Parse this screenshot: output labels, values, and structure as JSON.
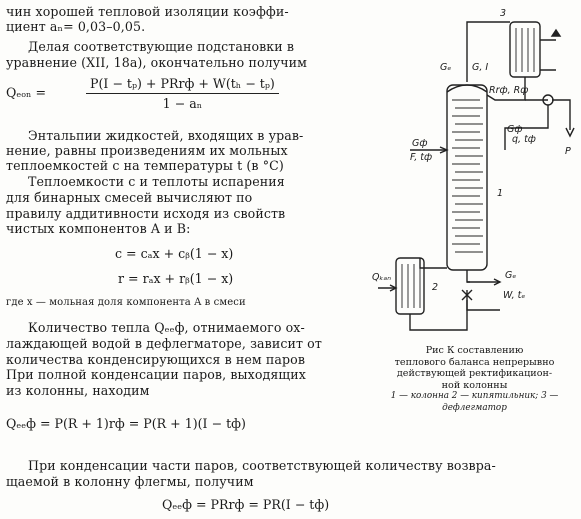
{
  "text": {
    "l1": "чин хорошей тепловой изоляции коэффи-",
    "l2": "циент aₙ= 0,03–0,05.",
    "l3": "Делая соответствующие подстановки в",
    "l4": "уравнение (XII, 18а), окончательно получим",
    "f1_lhs": "Qₑₒₙ =",
    "f1_num": "P(I − tₚ) + PRrф + W(tₕ − tₚ)",
    "f1_den": "1 − aₙ",
    "l5": "Энтальпии жидкостей, входящих в урав-",
    "l6": "нение, равны произведениям их мольных",
    "l7": "теплоемкостей c на температуры t (в °С)",
    "l8": "Теплоемкости c и теплоты испарения",
    "l9": "для бинарных смесей вычисляют по",
    "l10": "правилу аддитивности исходя из свойств",
    "l11": "чистых компонентов A и B:",
    "f2": "c = cₐx + cᵦ(1 − x)",
    "f3": "r = rₐx + rᵦ(1 − x)",
    "l12": "где x — мольная доля компонента A в смеси",
    "l13": "Количество тепла Qₑₑф, отнимаемого ох-",
    "l14": "лаждающей водой в дефлегматоре, зависит от",
    "l15": "количества конденсирующихся в нем паров",
    "l16": "При полной конденсации паров, выходящих",
    "l17": "из колонны, находим",
    "f4": "Qₑₑф = P(R + 1)rф = P(R + 1)(I − tф)",
    "l18": "При конденсации части паров, соответствующей количеству возвра-",
    "l19": "щаемой в колонну флегмы, получим",
    "f5": "Qₑₑф = PRrф = PR(I − tф)"
  },
  "figure": {
    "caption_line1": "Рис       К составлению",
    "caption_line2": "теплового баланса непрерывно",
    "caption_line3": "действующей ректификацион-",
    "caption_line4": "ной колонны",
    "caption_line5": "1 — колонна  2 — кипятильник; 3 —",
    "caption_line6": "дефлегматор",
    "labels": {
      "g3": "3",
      "g1": "1",
      "g2": "2",
      "gd": "Gₑ",
      "gd_right": "G, I",
      "rr": "Rrф, Rф",
      "gtf": "Gф",
      "qtf": "q, tф",
      "p": "P",
      "gf": "Gф",
      "ft": "F, tф",
      "qkip": "Qₖₐₙ",
      "gw": "Gₑ",
      "wtw": "W, tₑ"
    }
  }
}
